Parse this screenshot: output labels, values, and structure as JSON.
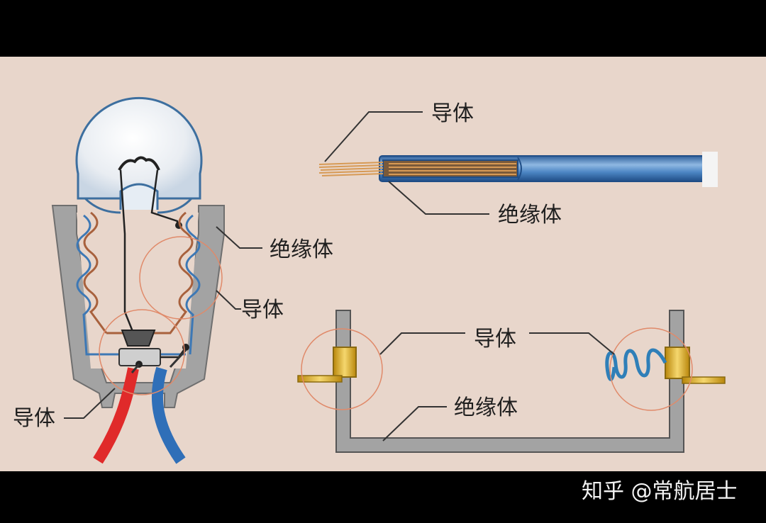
{
  "labels": {
    "conductor": "导体",
    "insulator": "绝缘体"
  },
  "watermark": "知乎 @常航居士",
  "colors": {
    "background": "#e8d6cb",
    "frame": "#000000",
    "insulator_gray": "#9b9b9b",
    "wire_blue": "#3d78b5",
    "wire_copper": "#a8613d",
    "hot_wire": "#e02a2a",
    "brass": "#d4a51c",
    "highlight_circle": "#e08a6a"
  }
}
